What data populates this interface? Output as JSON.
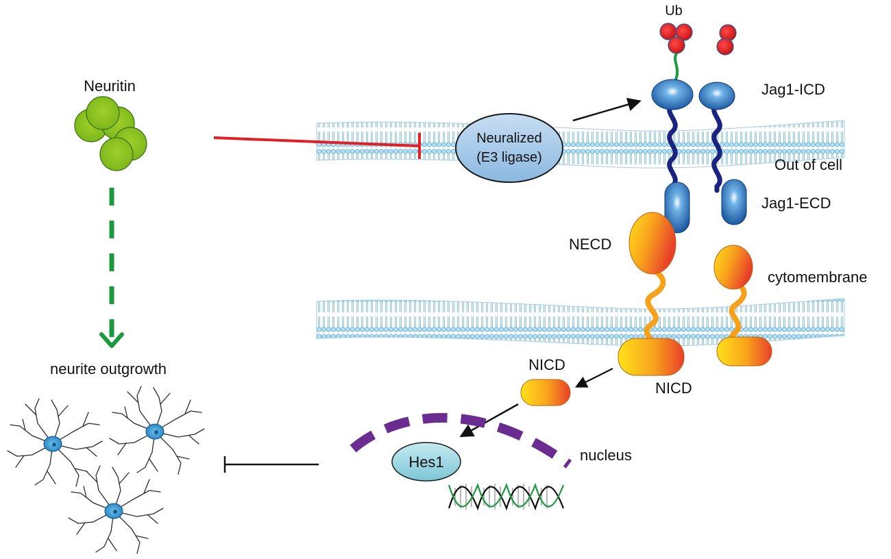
{
  "labels": {
    "neuritin": "Neuritin",
    "neurite_outgrowth": "neurite outgrowth",
    "neuralized_line1": "Neuralized",
    "neuralized_line2": "(E3 ligase)",
    "ub": "Ub",
    "jag1_icd": "Jag1-ICD",
    "out_of_cell": "Out of cell",
    "jag1_ecd": "Jag1-ECD",
    "necd": "NECD",
    "cytomembrane": "cytomembrane",
    "nicd_top": "NICD",
    "nicd_bottom": "NICD",
    "hes1": "Hes1",
    "nucleus": "nucleus"
  },
  "colors": {
    "neuritin_green": "#8dc21f",
    "ubiquitin_red": "#e8282c",
    "jagged_blue": "#1e6fb5",
    "jagged_stalk": "#1a237e",
    "notch_orange": "#f5a21a",
    "inhibit_red": "#e31e24",
    "promote_green": "#1a9a3c",
    "nucleus_purple": "#6a2c91",
    "membrane_blue": "#a9d7ee",
    "hes1_teal": "#8fd0dc",
    "neuralized_fill": "#a8cce8"
  },
  "icons": {
    "neuritin": "neuritin-cluster-icon",
    "ubiquitin": "ubiquitin-icon",
    "neuron": "neuron-icon",
    "dna": "dna-helix-icon"
  }
}
